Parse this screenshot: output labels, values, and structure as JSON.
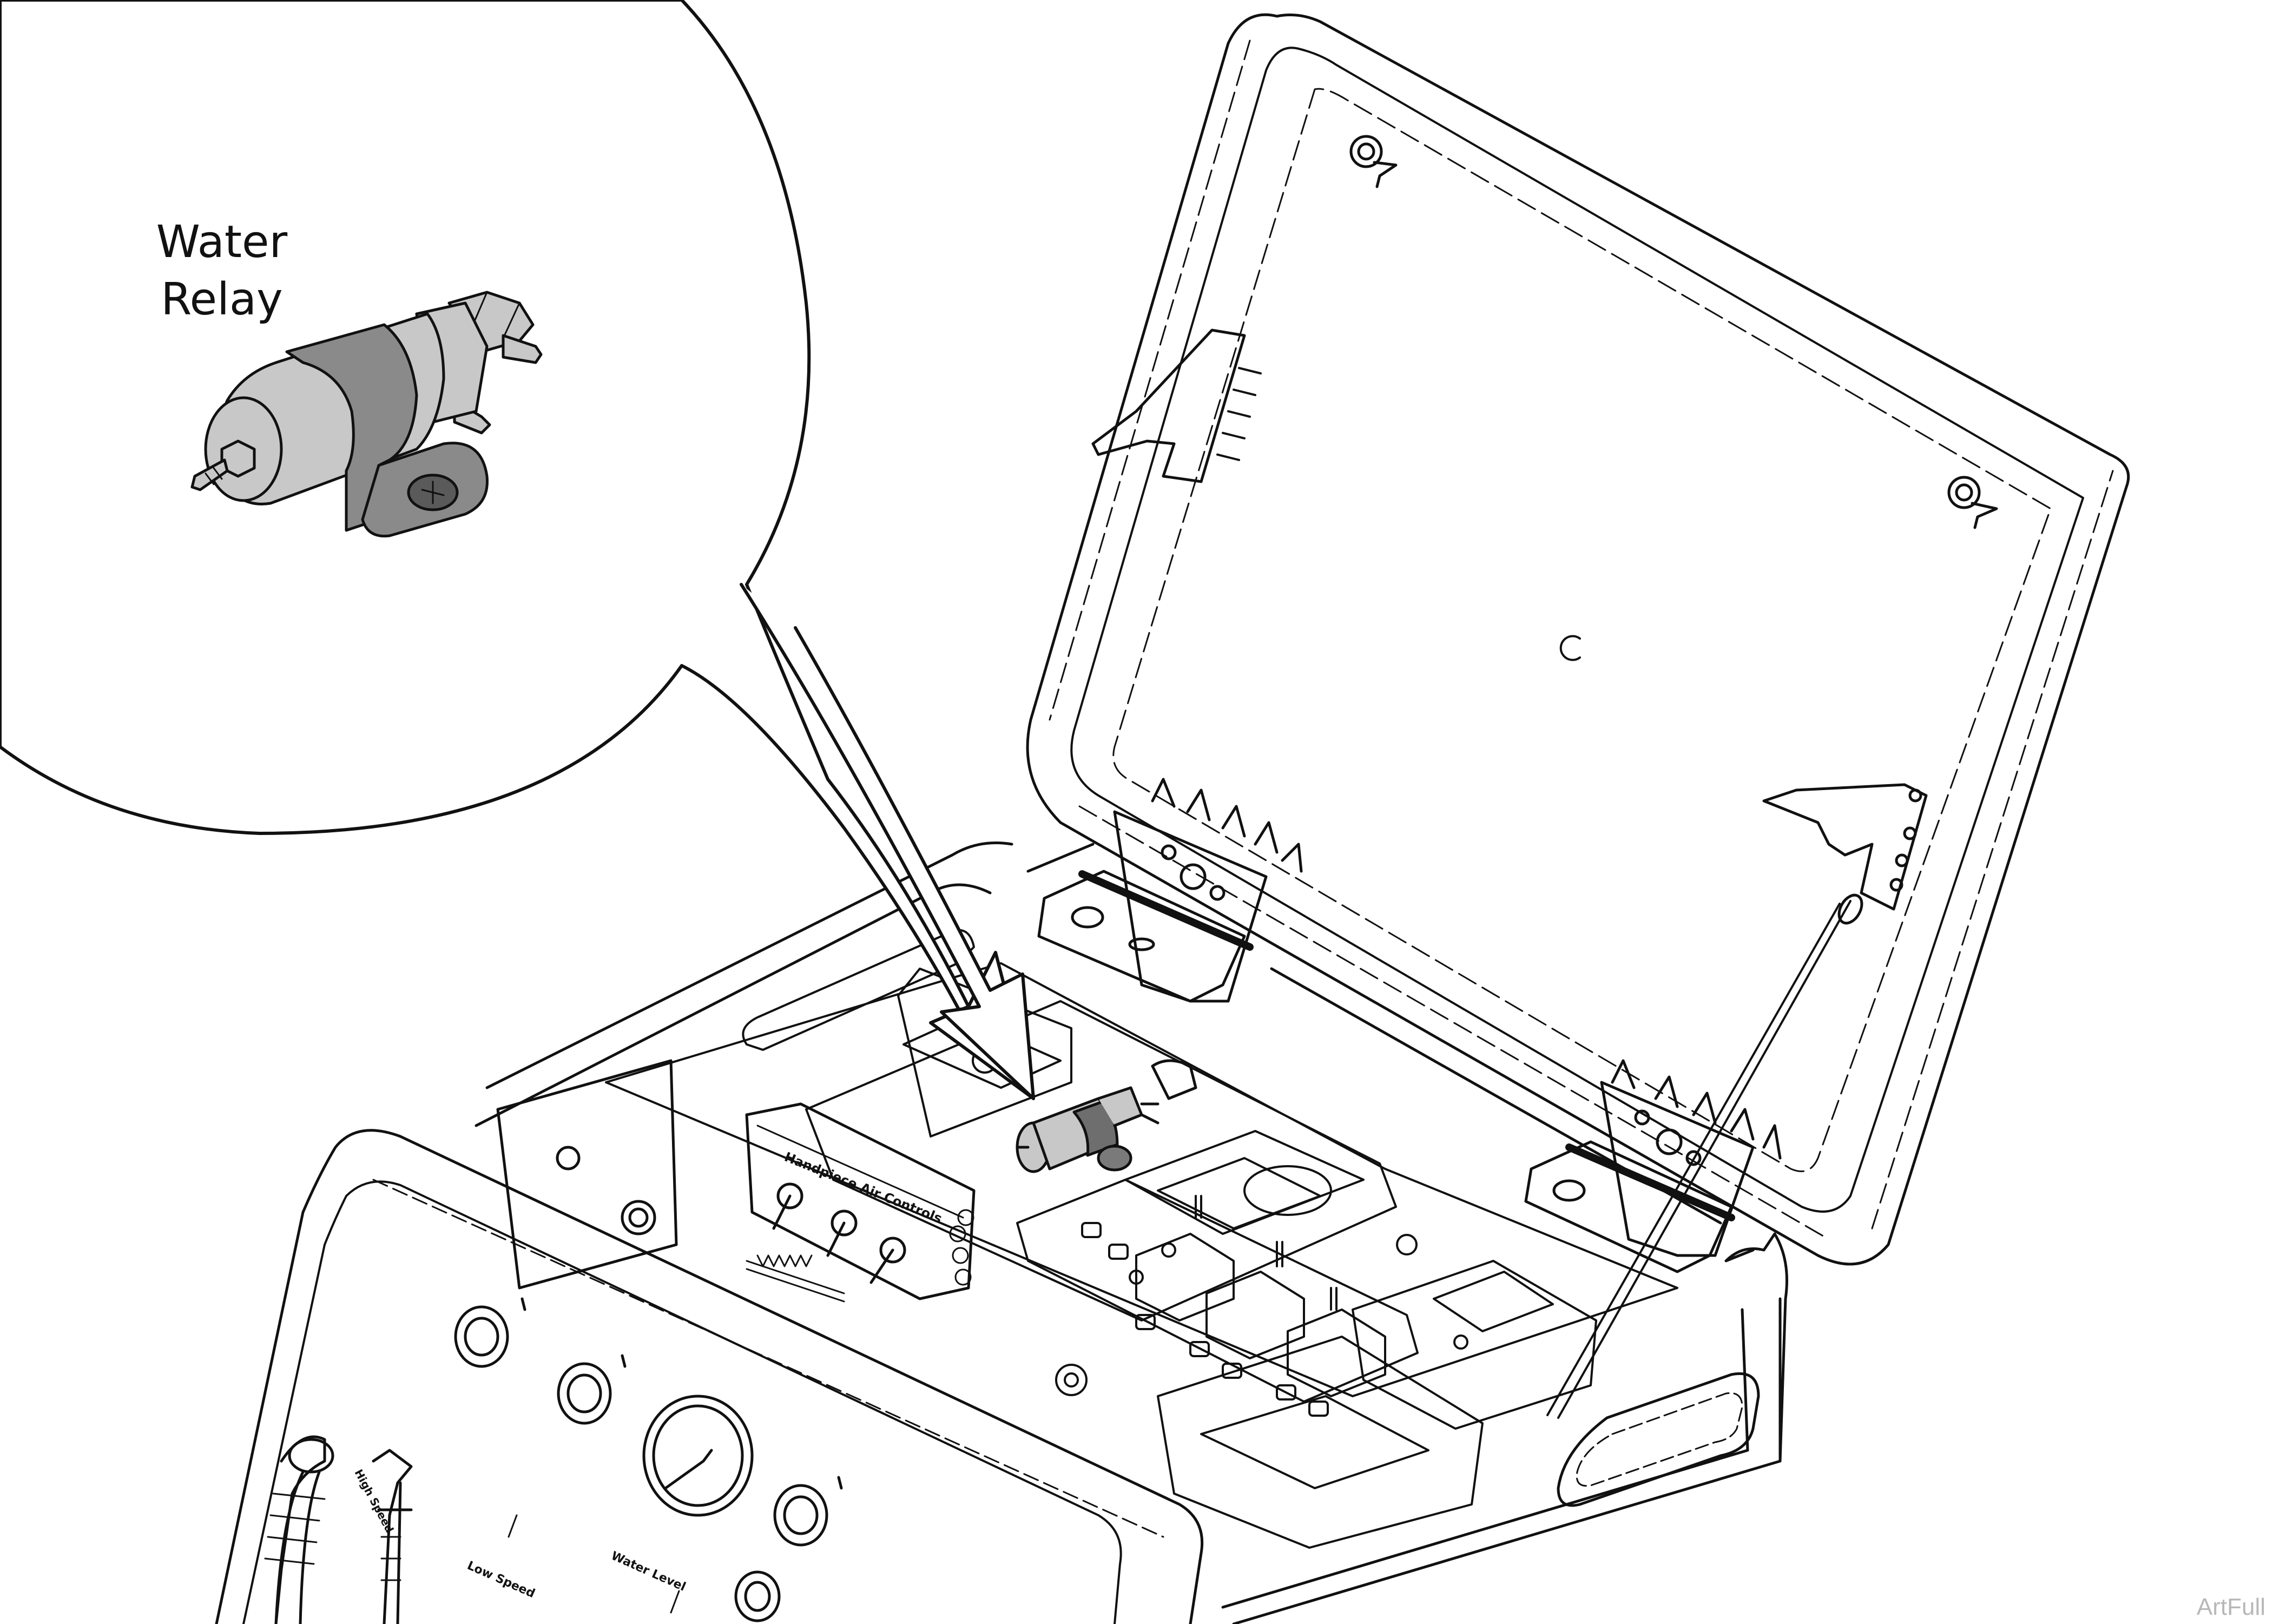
{
  "callout": {
    "title_line1": "Water",
    "title_line2": "Relay"
  },
  "panel_labels": {
    "handpiece_air_controls": "Handpiece Air Controls",
    "high_speed": "High Speed",
    "low_speed": "Low Speed",
    "water_level": "Water Level"
  },
  "watermark": "ArtFull",
  "colors": {
    "line": "#111111",
    "relay_body": "#c8c8c8",
    "relay_band": "#8a8a8a",
    "relay_bracket": "#7a7a7a",
    "highlight": "#6e6e6e",
    "paper": "#ffffff"
  },
  "icons": [
    "water-relay-icon",
    "pointer-arrow-icon",
    "hinge-icon",
    "knob-icon",
    "gauge-icon",
    "handpiece-icon"
  ]
}
